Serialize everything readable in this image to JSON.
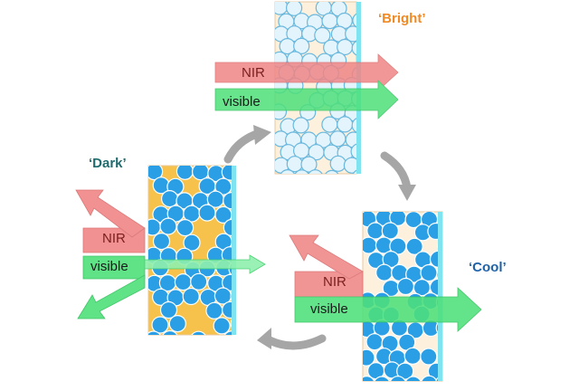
{
  "states": {
    "bright": {
      "label": "‘Bright’",
      "color": "#f08a24"
    },
    "dark": {
      "label": "‘Dark’",
      "color": "#1f6b6e"
    },
    "cool": {
      "label": "‘Cool’",
      "color": "#1f62a8"
    }
  },
  "beams": {
    "nir": "NIR",
    "visible": "visible"
  },
  "colors": {
    "nir_fill": "#f08686",
    "nir_fill_light": "#f5b0b0",
    "visible_fill": "#4ee07a",
    "visible_fill_light": "#8ff0ad",
    "sphere_solid": "#2a9fe6",
    "sphere_hollow": "#e4f4fc",
    "sphere_edge": "#6ab8de",
    "matrix_dark": "#f6c24b",
    "matrix_light": "#fdf0dc",
    "panel_edge": "#e8c9a0",
    "substrate": "#7fe3f0",
    "cycle_arrow": "#a6a6a6"
  }
}
